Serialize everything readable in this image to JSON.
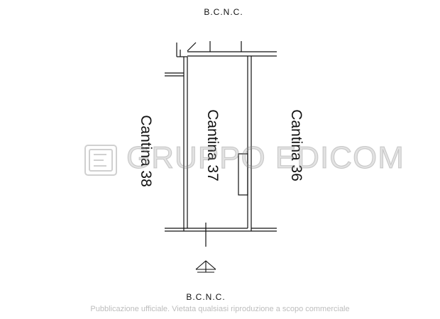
{
  "labels": {
    "top": "B.C.N.C.",
    "bottom": "B.C.N.C."
  },
  "rooms": {
    "cantina_38": "Cantina 38",
    "cantina_37": "Cantina 37",
    "cantina_36": "Cantina 36"
  },
  "watermark": {
    "text": "GRUPPO EDICOM",
    "footer": "Pubblicazione ufficiale. Vietata qualsiasi riproduzione a scopo commerciale"
  },
  "colors": {
    "line": "#111111",
    "watermark": "#bdbdbd"
  }
}
